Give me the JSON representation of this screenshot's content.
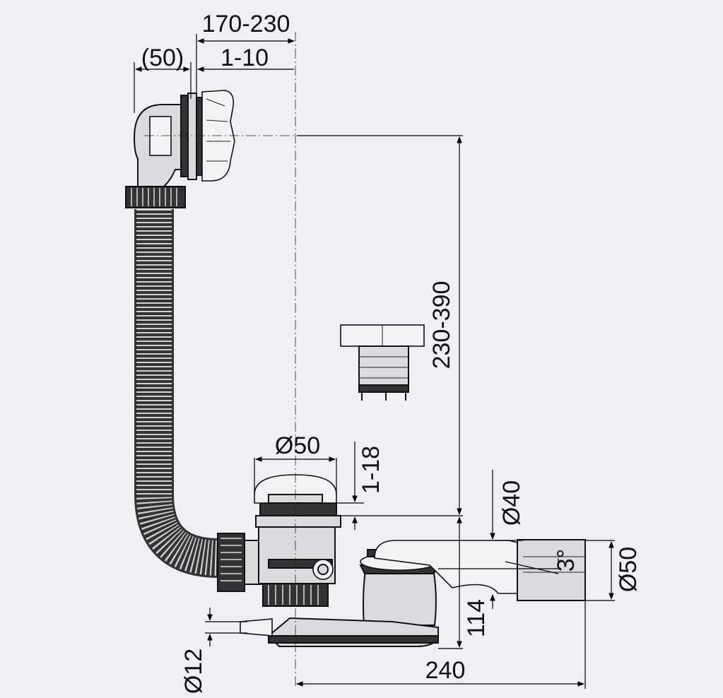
{
  "colors": {
    "background": "#eef0f3",
    "line": "#111111",
    "fill": "#d9dbde"
  },
  "dimensions": {
    "overflow_offset": "170-230",
    "overflow_depth": "(50)",
    "wall_thickness": "1-10",
    "height_range": "230-390",
    "plug_diameter": "Ø50",
    "plug_lift": "1-18",
    "trap_inlet": "Ø40",
    "slope": "3°",
    "trap_outlet": "Ø50",
    "trap_height": "114",
    "hose_nozzle": "Ø12",
    "length": "240"
  }
}
